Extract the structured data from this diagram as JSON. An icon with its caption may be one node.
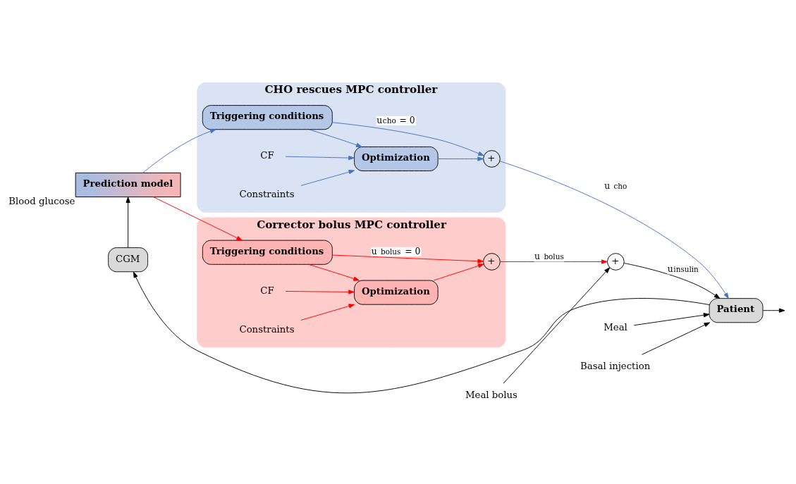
{
  "diagram": {
    "nodes": [
      {
        "text": [
          "CHO rescues MPC controller"
        ]
      },
      {
        "text": [
          "Triggering conditions"
        ],
        "in": 0
      },
      {
        "text": [
          "Optimization"
        ],
        "in": 0
      },
      {
        "text": [
          "CF"
        ],
        "in": 0
      },
      {
        "text": [
          "Constraints"
        ],
        "in": 0
      },
      {
        "text": [
          "+"
        ],
        "in": 0
      },
      {
        "text": [
          "Corrector bolus MPC controller"
        ]
      },
      {
        "text": [
          "Triggering conditions"
        ],
        "in": 6
      },
      {
        "text": [
          "Optimization"
        ],
        "in": 6
      },
      {
        "text": [
          "CF"
        ],
        "in": 6
      },
      {
        "text": [
          "Constraints"
        ],
        "in": 6
      },
      {
        "text": [
          "+"
        ],
        "in": 6
      },
      {
        "text": [
          "+"
        ]
      },
      {
        "text": [
          "Meal bolus"
        ]
      },
      {
        "text": [
          "Patient"
        ]
      },
      {
        "text": [
          "Meal"
        ]
      },
      {
        "text": [
          "Basal injection"
        ]
      },
      {
        "text": [
          "CGM"
        ]
      },
      {
        "text": [
          "Prediction model"
        ],
        "beside": [
          "Blood glucose"
        ]
      }
    ],
    "edges": [
      {
        "from": 18,
        "to": 1,
        "arrow": "to",
        "color": "#4472c4"
      },
      {
        "from": 18,
        "to": 7,
        "arrow": "to",
        "color": "#ff0000"
      },
      {
        "from": 1,
        "to": 2,
        "arrow": "to",
        "color": "#4472c4"
      },
      {
        "from": 1,
        "to": 5,
        "arrow": "to",
        "label": "u$_{cho}$ = 0",
        "color": "#4472c4"
      },
      {
        "from": 3,
        "to": 2,
        "arrow": "to",
        "color": "#4472c4"
      },
      {
        "from": 4,
        "to": 2,
        "arrow": "to",
        "color": "#4472c4"
      },
      {
        "from": 2,
        "to": 5,
        "arrow": "to",
        "color": "#4472c4"
      },
      {
        "from": 5,
        "to": 14,
        "arrow": "to",
        "label": "u $_{cho}$",
        "color": "#4472c4"
      },
      {
        "from": 7,
        "to": 11,
        "arrow": "to",
        "label": "u $_{bolus}$ = 0",
        "color": "#ff0000"
      },
      {
        "from": 7,
        "to": 8,
        "arrow": "to",
        "color": "#ff0000"
      },
      {
        "from": 9,
        "to": 8,
        "arrow": "to",
        "color": "#ff0000"
      },
      {
        "from": 10,
        "to": 8,
        "arrow": "to",
        "color": "#ff0000"
      },
      {
        "from": 8,
        "to": 11,
        "arrow": "to",
        "color": "#ff0000"
      },
      {
        "from": 11,
        "to": 12,
        "arrow": "to",
        "label": "u $_{bolus}$",
        "color": "#ff0000"
      },
      {
        "from": 13,
        "to": 12,
        "arrow": "to",
        "color": "#000000"
      },
      {
        "from": 12,
        "to": 14,
        "arrow": "to",
        "label": "u$_{insulin}$",
        "color": "#000000"
      },
      {
        "from": 15,
        "to": 14,
        "arrow": "to",
        "color": "#000000"
      },
      {
        "from": 16,
        "to": 14,
        "arrow": "to",
        "color": "#000000"
      },
      {
        "from": 14,
        "to": null,
        "arrow": "to",
        "color": "#000000"
      },
      {
        "from": 14,
        "to": 17,
        "arrow": "to",
        "color": "#000000"
      },
      {
        "from": 17,
        "to": 18,
        "arrow": "to",
        "color": "#000000"
      }
    ]
  }
}
